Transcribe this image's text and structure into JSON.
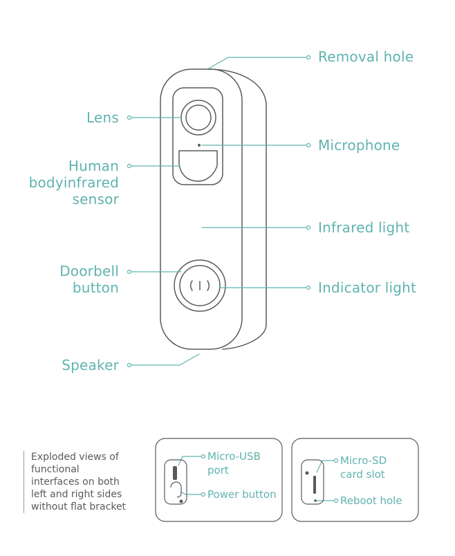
{
  "labels": {
    "removal_hole": "Removal hole",
    "lens": "Lens",
    "microphone": "Microphone",
    "human_sensor": [
      "Human",
      "bodyinfrared",
      "sensor"
    ],
    "infrared_light": "Infrared light",
    "doorbell_button": [
      "Doorbell",
      "button"
    ],
    "indicator_light": "Indicator light",
    "speaker": "Speaker"
  },
  "side_views": {
    "left": {
      "micro_usb": [
        "Micro-USB",
        "port"
      ],
      "power_button": "Power button"
    },
    "right": {
      "micro_sd": [
        "Micro-SD",
        "card slot"
      ],
      "reboot_hole": "Reboot hole"
    }
  },
  "note": [
    "Exploded views of",
    "functional",
    "interfaces on both",
    "left and right sides",
    "without flat bracket"
  ],
  "colors": {
    "accent": "#5fb3b0",
    "outline": "#5a5a5a",
    "note_text": "#5a5a5a"
  }
}
